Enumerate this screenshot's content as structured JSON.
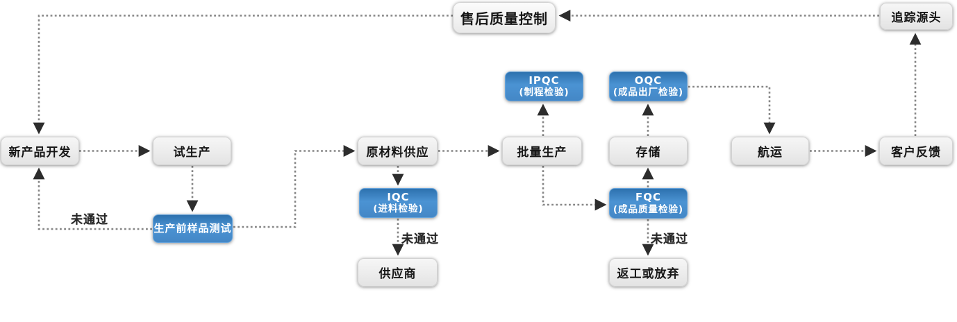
{
  "flowchart": {
    "nodes": {
      "after_sales": {
        "label": "售后质量控制"
      },
      "trace_source": {
        "label": "追踪源头"
      },
      "new_product": {
        "label": "新产品开发"
      },
      "trial_production": {
        "label": "试生产"
      },
      "raw_material": {
        "label": "原材料供应"
      },
      "batch_production": {
        "label": "批量生产"
      },
      "storage": {
        "label": "存储"
      },
      "shipping": {
        "label": "航运"
      },
      "customer_feedback": {
        "label": "客户反馈"
      },
      "ipqc": {
        "label": "IPQC",
        "sub": "(制程检验)"
      },
      "oqc": {
        "label": "OQC",
        "sub": "(成品出厂检验)"
      },
      "iqc": {
        "label": "IQC",
        "sub": "(进料检验)"
      },
      "fqc": {
        "label": "FQC",
        "sub": "(成品质量检验)"
      },
      "pre_production_test": {
        "label": "生产前样品测试"
      },
      "supplier": {
        "label": "供应商"
      },
      "rework": {
        "label": "返工或放弃"
      }
    },
    "edge_labels": {
      "fail_left": "未通过",
      "fail_middle": "未通过",
      "fail_right": "未通过"
    },
    "edges": [
      {
        "from": "追踪源头",
        "to": "售后质量控制"
      },
      {
        "from": "售后质量控制",
        "to": "新产品开发"
      },
      {
        "from": "新产品开发",
        "to": "试生产"
      },
      {
        "from": "试生产",
        "to": "生产前样品测试"
      },
      {
        "from": "生产前样品测试",
        "to": "新产品开发",
        "label": "未通过"
      },
      {
        "from": "生产前样品测试",
        "to": "原材料供应"
      },
      {
        "from": "原材料供应",
        "to": "IQC (进料检验)"
      },
      {
        "from": "IQC (进料检验)",
        "to": "供应商",
        "label": "未通过"
      },
      {
        "from": "原材料供应",
        "to": "批量生产"
      },
      {
        "from": "批量生产",
        "to": "IPQC (制程检验)"
      },
      {
        "from": "批量生产",
        "to": "FQC (成品质量检验)"
      },
      {
        "from": "FQC (成品质量检验)",
        "to": "存储"
      },
      {
        "from": "FQC (成品质量检验)",
        "to": "返工或放弃",
        "label": "未通过"
      },
      {
        "from": "存储",
        "to": "OQC (成品出厂检验)"
      },
      {
        "from": "OQC (成品出厂检验)",
        "to": "航运"
      },
      {
        "from": "航运",
        "to": "客户反馈"
      },
      {
        "from": "客户反馈",
        "to": "追踪源头"
      }
    ],
    "colors": {
      "gray_node_fill": "#ececec",
      "blue_node_fill": "#4b93d3",
      "connector": "#868686",
      "arrowhead": "#2d2d2d",
      "dark_text": "#161616",
      "light_text": "#ffffff"
    }
  }
}
